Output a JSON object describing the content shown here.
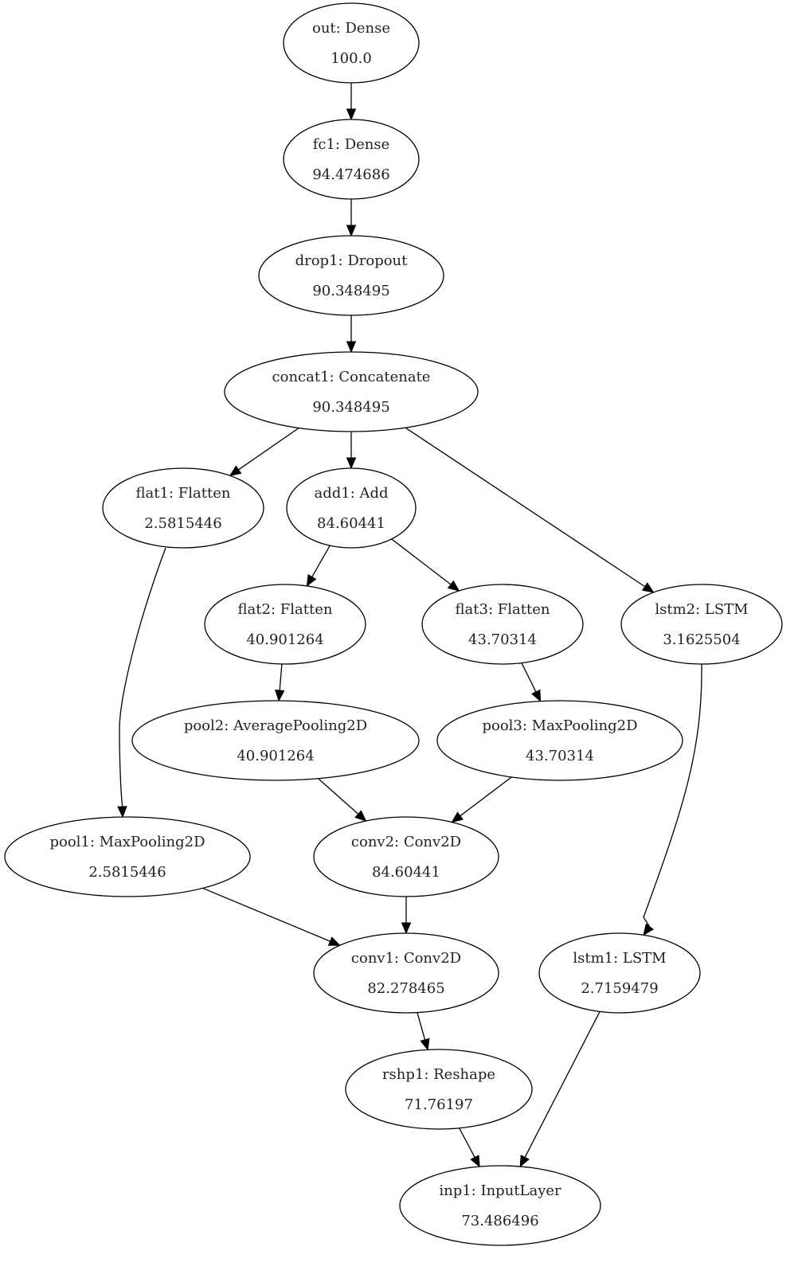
{
  "graph": {
    "nodes": [
      {
        "id": "out",
        "label": "out: Dense",
        "value": "100.0"
      },
      {
        "id": "fc1",
        "label": "fc1: Dense",
        "value": "94.474686"
      },
      {
        "id": "drop1",
        "label": "drop1: Dropout",
        "value": "90.348495"
      },
      {
        "id": "concat1",
        "label": "concat1: Concatenate",
        "value": "90.348495"
      },
      {
        "id": "flat1",
        "label": "flat1: Flatten",
        "value": "2.5815446"
      },
      {
        "id": "add1",
        "label": "add1: Add",
        "value": "84.60441"
      },
      {
        "id": "flat2",
        "label": "flat2: Flatten",
        "value": "40.901264"
      },
      {
        "id": "flat3",
        "label": "flat3: Flatten",
        "value": "43.70314"
      },
      {
        "id": "lstm2",
        "label": "lstm2: LSTM",
        "value": "3.1625504"
      },
      {
        "id": "pool2",
        "label": "pool2: AveragePooling2D",
        "value": "40.901264"
      },
      {
        "id": "pool3",
        "label": "pool3: MaxPooling2D",
        "value": "43.70314"
      },
      {
        "id": "pool1",
        "label": "pool1: MaxPooling2D",
        "value": "2.5815446"
      },
      {
        "id": "conv2",
        "label": "conv2: Conv2D",
        "value": "84.60441"
      },
      {
        "id": "conv1",
        "label": "conv1: Conv2D",
        "value": "82.278465"
      },
      {
        "id": "lstm1",
        "label": "lstm1: LSTM",
        "value": "2.7159479"
      },
      {
        "id": "rshp1",
        "label": "rshp1: Reshape",
        "value": "71.76197"
      },
      {
        "id": "inp1",
        "label": "inp1: InputLayer",
        "value": "73.486496"
      }
    ],
    "edges": [
      {
        "from": "out",
        "to": "fc1"
      },
      {
        "from": "fc1",
        "to": "drop1"
      },
      {
        "from": "drop1",
        "to": "concat1"
      },
      {
        "from": "concat1",
        "to": "flat1"
      },
      {
        "from": "concat1",
        "to": "add1"
      },
      {
        "from": "concat1",
        "to": "lstm2"
      },
      {
        "from": "flat1",
        "to": "pool1"
      },
      {
        "from": "add1",
        "to": "flat2"
      },
      {
        "from": "add1",
        "to": "flat3"
      },
      {
        "from": "flat2",
        "to": "pool2"
      },
      {
        "from": "flat3",
        "to": "pool3"
      },
      {
        "from": "lstm2",
        "to": "lstm1"
      },
      {
        "from": "pool2",
        "to": "conv2"
      },
      {
        "from": "pool3",
        "to": "conv2"
      },
      {
        "from": "pool1",
        "to": "conv1"
      },
      {
        "from": "conv2",
        "to": "conv1"
      },
      {
        "from": "conv1",
        "to": "rshp1"
      },
      {
        "from": "rshp1",
        "to": "inp1"
      },
      {
        "from": "lstm1",
        "to": "inp1"
      }
    ]
  }
}
